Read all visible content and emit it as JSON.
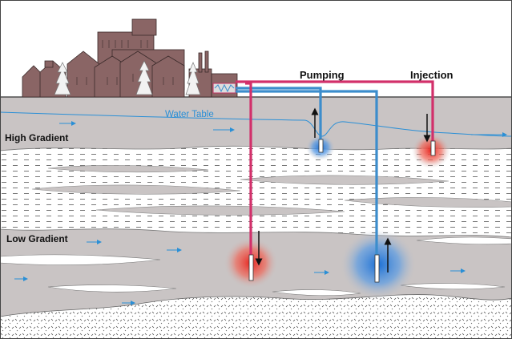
{
  "labels": {
    "pumping": "Pumping",
    "injection": "Injection",
    "water_table": "Water Table",
    "high_gradient": "High Gradient",
    "low_gradient": "Low Gradient"
  },
  "colors": {
    "ground": "#c9c4c4",
    "sky": "#ffffff",
    "hot_pipe": "#d2306a",
    "cold_pipe": "#3c8dcc",
    "flow_arrow": "#2a8fd6",
    "building": "#8a6565",
    "hot_plume": "#e8251f",
    "cold_plume": "#1a6fd6"
  }
}
